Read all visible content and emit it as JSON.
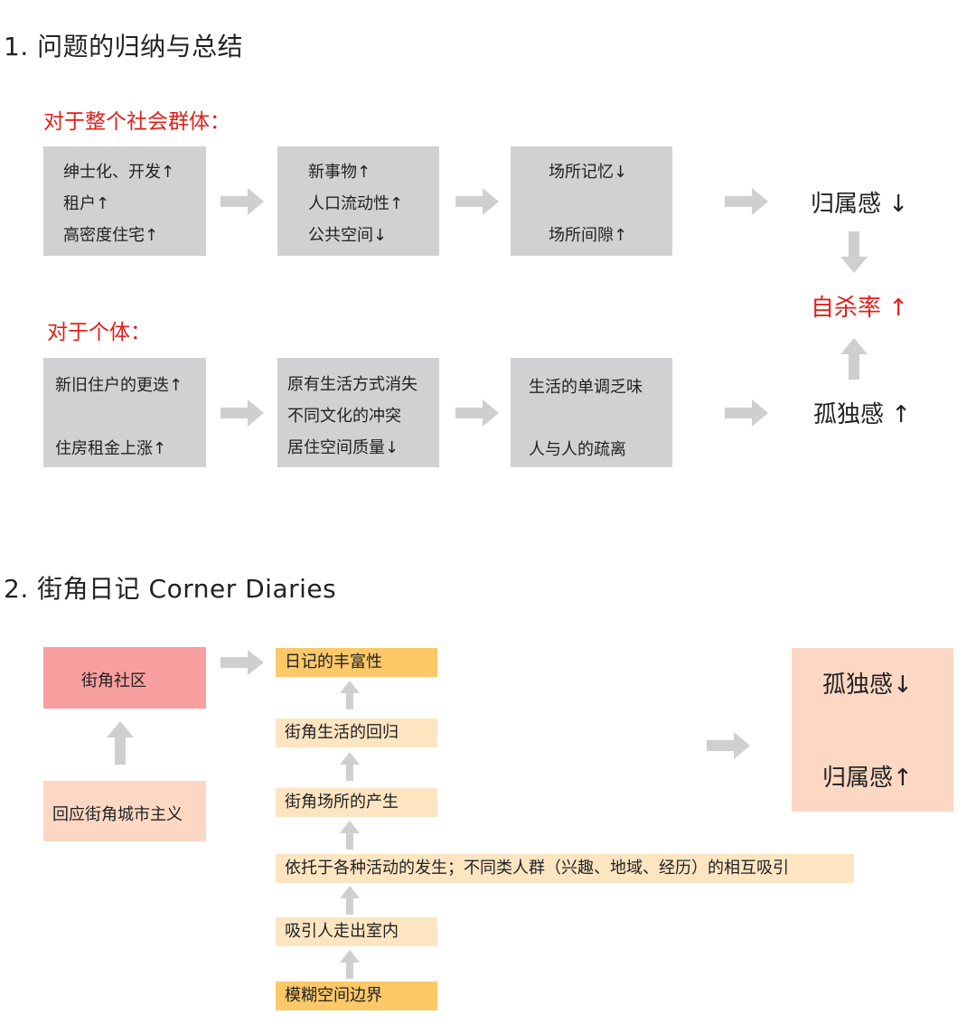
{
  "section1": {
    "title": "1. 问题的归纳与总结",
    "group_label": "对于整个社会群体：",
    "individual_label": "对于个体：",
    "group_boxes": [
      [
        "绅士化、开发↑",
        "租户↑",
        "高密度住宅↑"
      ],
      [
        "新事物↑",
        "人口流动性↑",
        "公共空间↓"
      ],
      [
        "场所记忆↓",
        "场所间隙↑"
      ]
    ],
    "individual_boxes": [
      [
        "新旧住户的更迭↑",
        "住房租金上涨↑"
      ],
      [
        "原有生活方式消失",
        "不同文化的冲突",
        "居住空间质量↓"
      ],
      [
        "生活的单调乏味",
        "人与人的疏离"
      ]
    ],
    "outcomes": {
      "belonging": "归属感 ↓",
      "suicide": "自杀率 ↑",
      "loneliness": "孤独感 ↑"
    }
  },
  "section2": {
    "title": "2. 街角日记 Corner Diaries",
    "community": "街角社区",
    "response": "回应街角城市主义",
    "chain": [
      "日记的丰富性",
      "街角生活的回归",
      "街角场所的产生",
      "依托于各种活动的发生；不同类人群（兴趣、地域、经历）的相互吸引",
      "吸引人走出室内",
      "模糊空间边界"
    ],
    "results": {
      "loneliness": "孤独感↓",
      "belonging": "归属感↑"
    }
  },
  "colors": {
    "accent_red": "#e0201b",
    "box_gray": "#d1d1d3",
    "arrow_gray": "#cfcfcf",
    "tag_orange": "#fcc868",
    "tag_peach": "#fde5c2",
    "box_pink": "#f89fa0",
    "box_peach": "#fcd8c4"
  }
}
